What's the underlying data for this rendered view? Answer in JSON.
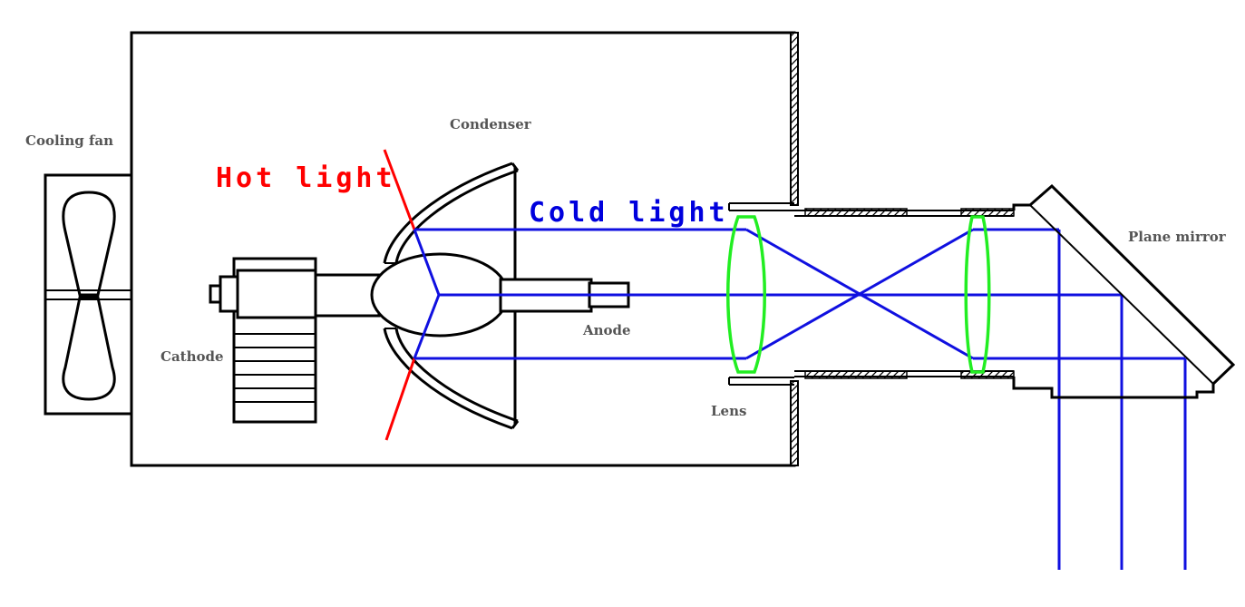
{
  "labels": {
    "cooling_fan": "Cooling fan",
    "condenser": "Condenser",
    "hot_light": "Hot light",
    "cold_light": "Cold light",
    "plane_mirror": "Plane mirror",
    "cathode": "Cathode",
    "anode": "Anode",
    "lens": "Lens"
  },
  "colors": {
    "hot_light": "#ff0000",
    "cold_light": "#1010e0",
    "lens": "#22ee22",
    "outline": "#000000",
    "label": "#555555"
  }
}
